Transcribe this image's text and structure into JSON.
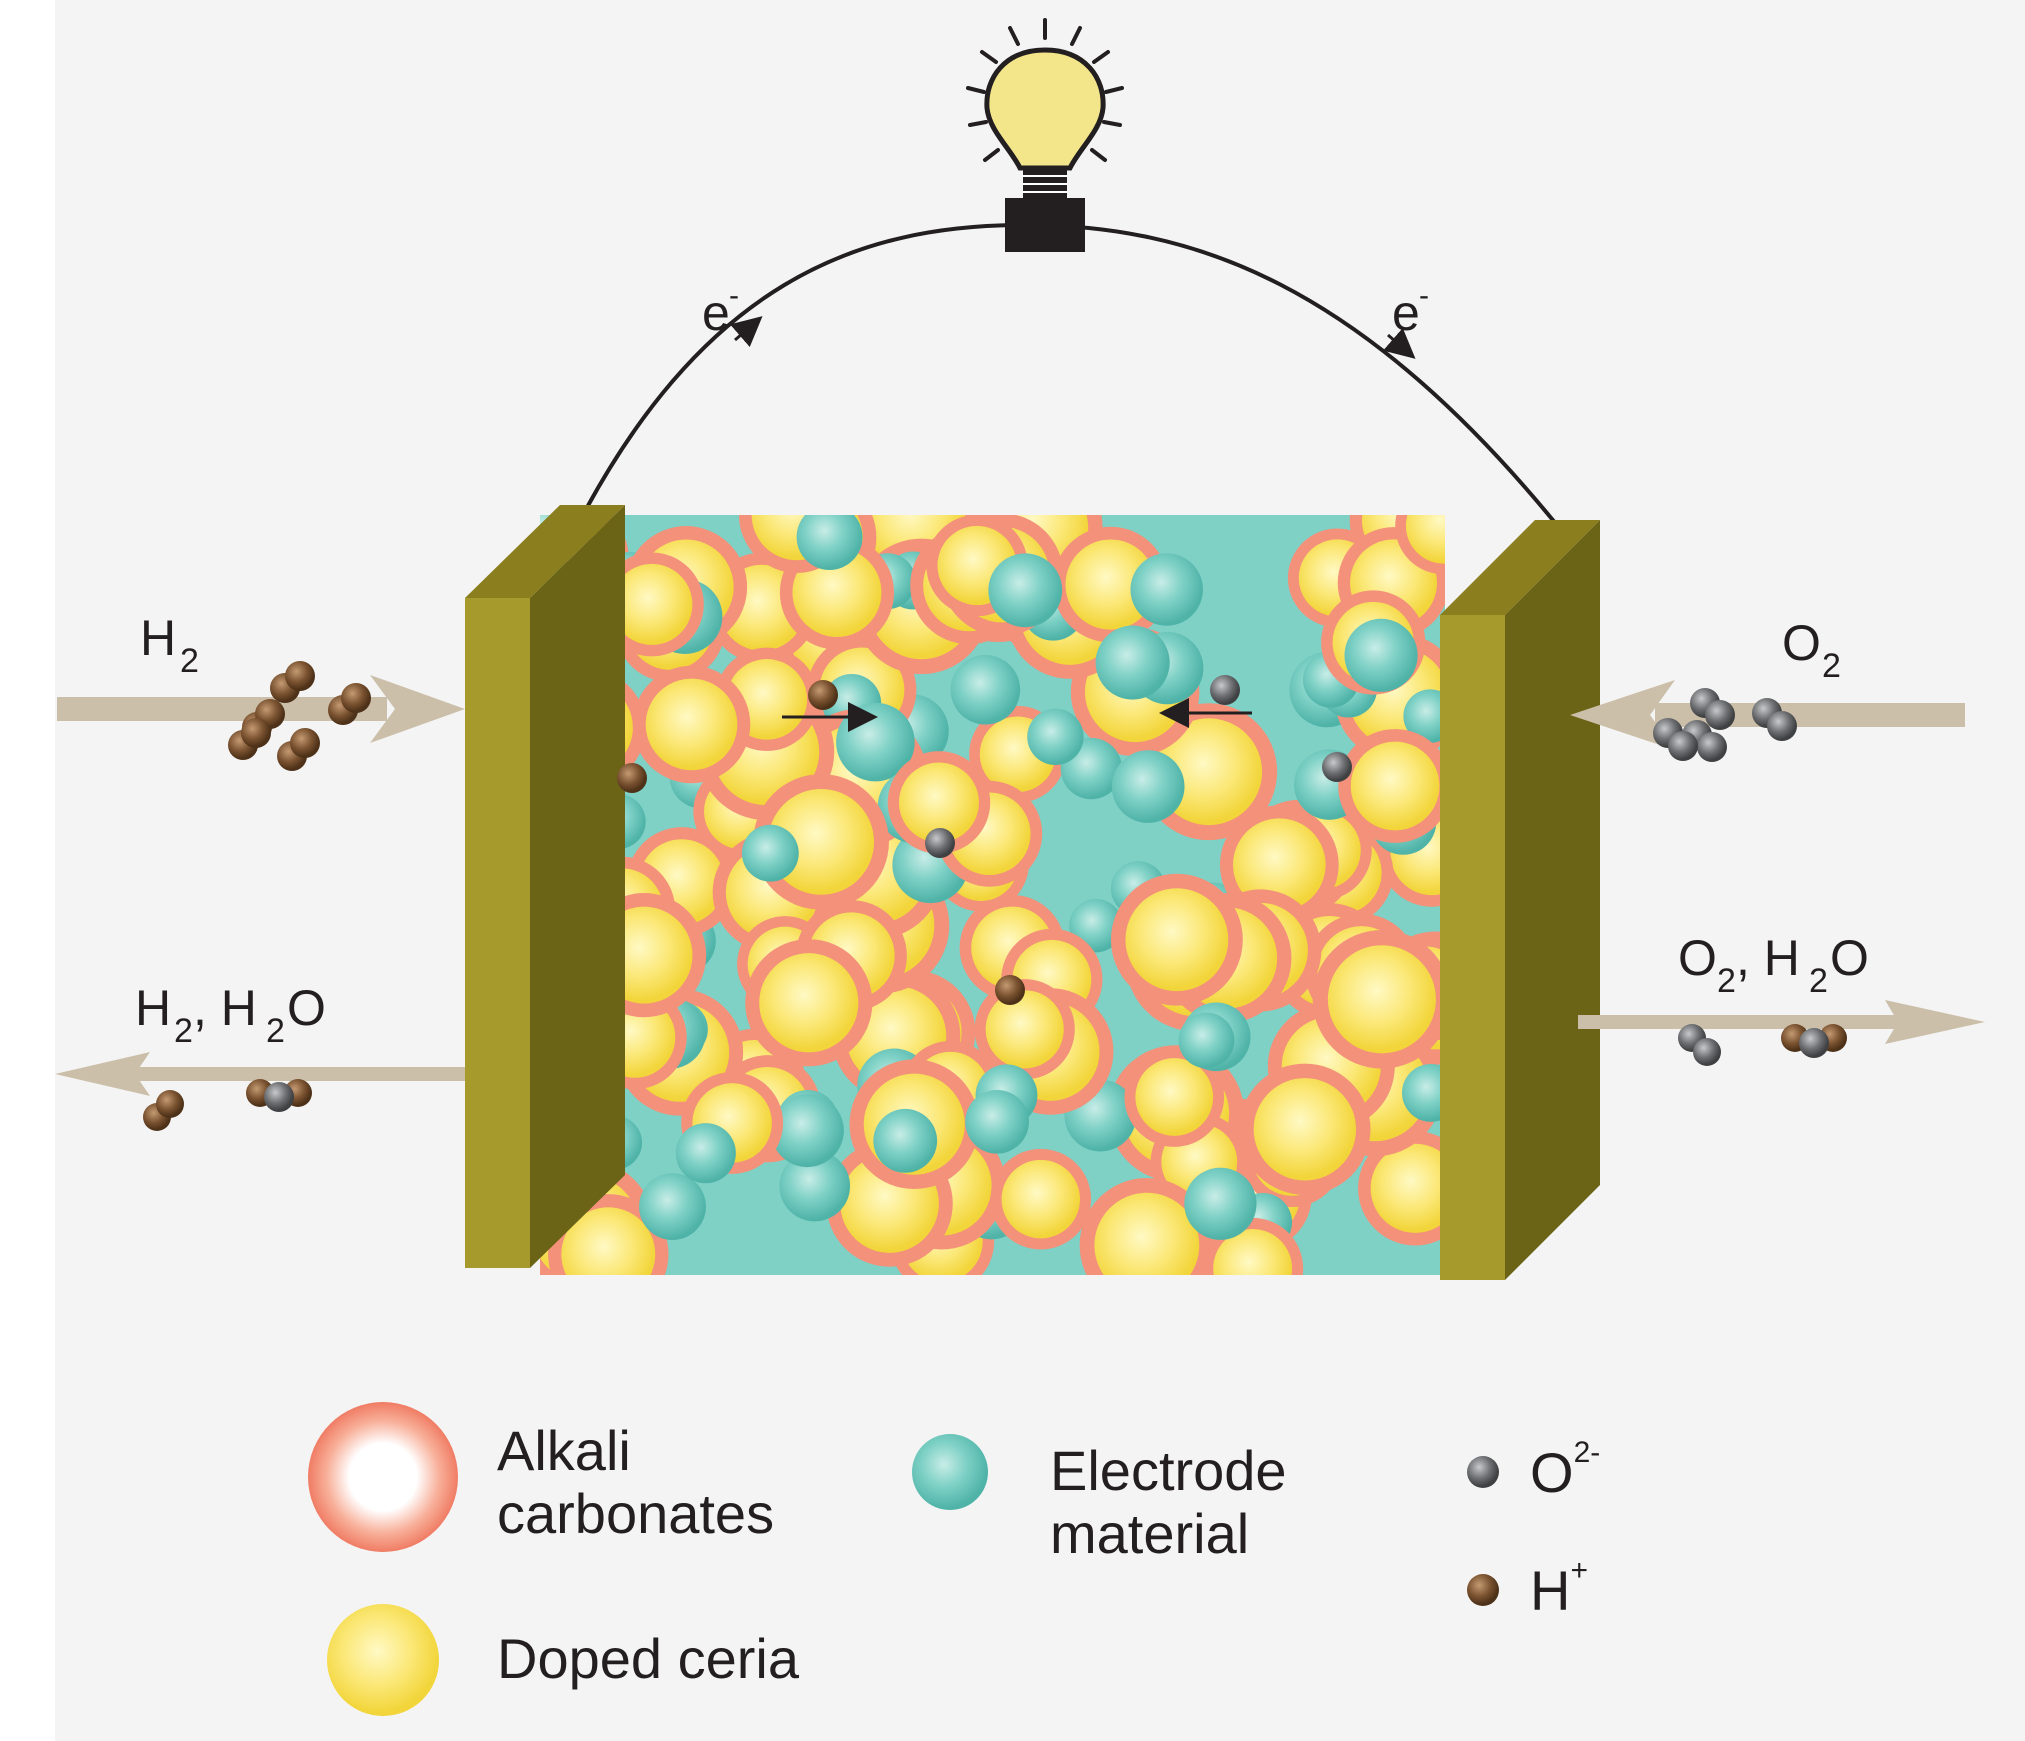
{
  "colors": {
    "background": "#f4f4f4",
    "carbonate_ring": "#f3917a",
    "ceria": "#f8e15a",
    "electrode": "#6ecac0",
    "oxide_ion": "#6d6e71",
    "proton": "#7a5230",
    "electrode_plate": "#a79a2c",
    "electrode_plate_dark": "#6b6316",
    "gas_arrow": "#cbbfa9",
    "bulb": "#f3e58a"
  },
  "labels": {
    "electron_left": {
      "base": "e",
      "sup": "-"
    },
    "electron_right": {
      "base": "e",
      "sup": "-"
    },
    "h2_in": {
      "base": "H",
      "sub": "2"
    },
    "o2_in": {
      "base": "O",
      "sub": "2"
    },
    "h2_h2o_out": {
      "a": "H",
      "a_sub": "2",
      "sep": ", H",
      "b_sub": "2",
      "tail": "O"
    },
    "o2_h2o_out": {
      "a": "O",
      "a_sub": "2",
      "sep": ", H",
      "b_sub": "2",
      "tail": "O"
    }
  },
  "legend": {
    "alkali_carbonates": "Alkali carbonates",
    "alkali_line1": "Alkali",
    "alkali_line2": "carbonates",
    "doped_ceria": "Doped ceria",
    "electrode_line1": "Electrode",
    "electrode_line2": "material",
    "oxide_ion": {
      "base": "O",
      "sup": "2-"
    },
    "proton": {
      "base": "H",
      "sup": "+"
    }
  },
  "icons": {
    "bulb": "light-bulb-icon"
  }
}
